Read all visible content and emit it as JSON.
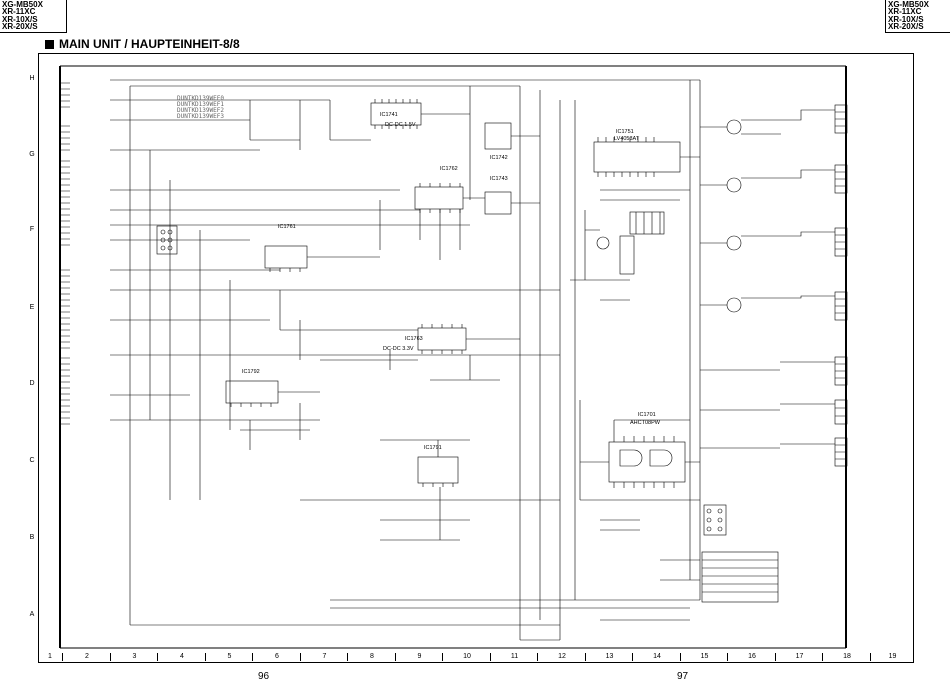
{
  "header": {
    "models_left": [
      "XG-MB50X",
      "XR-11XC",
      "XR-10X/S",
      "XR-20X/S"
    ],
    "models_right": [
      "XG-MB50X",
      "XR-11XC",
      "XR-10X/S",
      "XR-20X/S"
    ],
    "title": "MAIN UNIT / HAUPTEINHEIT-8/8"
  },
  "grid": {
    "rows": [
      "H",
      "G",
      "F",
      "E",
      "D",
      "C",
      "B",
      "A"
    ],
    "columns": [
      "1",
      "2",
      "3",
      "4",
      "5",
      "6",
      "7",
      "8",
      "9",
      "10",
      "11",
      "12",
      "13",
      "14",
      "15",
      "16",
      "17",
      "18",
      "19"
    ]
  },
  "footer": {
    "page_left": "96",
    "page_right": "97"
  },
  "schematic": {
    "part_codes": [
      "DUNTKD139WEF0",
      "DUNTKD139WEF1",
      "DUNTKD139WEF2",
      "DUNTKD139WEF3"
    ],
    "ic_labels": {
      "ic1741": "IC1741",
      "ic1741_desc": "DC-DC 1.5V",
      "ic1742": "IC1742",
      "ic1743": "IC1743",
      "ic1761": "IC1761",
      "ic1762": "IC1762",
      "ic1763": "IC1763",
      "ic1763_desc": "DC-DC 3.3V",
      "ic1792": "IC1792",
      "ic1791": "IC1791",
      "ic1701": "IC1701",
      "ic1701_part": "AHCT08PW",
      "ic1751": "IC1751",
      "ic1751_part": "LV4053AT"
    }
  }
}
